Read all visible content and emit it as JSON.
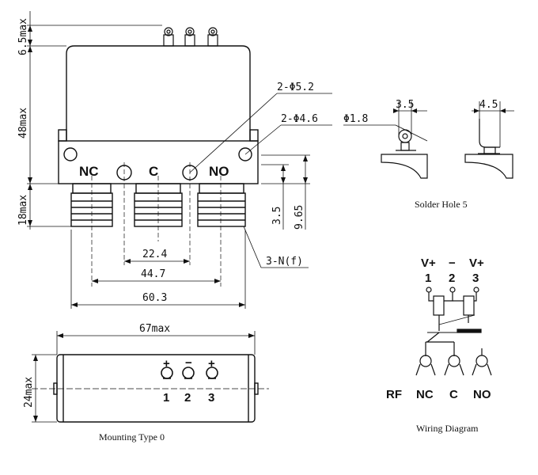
{
  "front_view": {
    "dim_height_top": "6.5max",
    "dim_height_body": "48max",
    "dim_height_bottom": "18max",
    "hole_large": "2-Φ5.2",
    "hole_small": "2-Φ4.6",
    "port_nc": "NC",
    "port_c": "C",
    "port_no": "NO",
    "dim_3_5": "3.5",
    "dim_9_65": "9.65",
    "connector": "3-N(f)",
    "dim_22_4": "22.4",
    "dim_44_7": "44.7",
    "dim_60_3": "60.3"
  },
  "solder_detail": {
    "dim_3_5": "3.5",
    "dim_4_5": "4.5",
    "hole_dia": "Φ1.8",
    "caption": "Solder Hole 5"
  },
  "top_view": {
    "dim_width": "67max",
    "dim_height": "24max",
    "pin_labels": [
      "1",
      "2",
      "3"
    ],
    "pin_signs": [
      "+",
      "−",
      "+"
    ],
    "caption": "Mounting Type 0"
  },
  "wiring": {
    "supply_labels": [
      "V+",
      "−",
      "V+"
    ],
    "pin_numbers": [
      "1",
      "2",
      "3"
    ],
    "rf_label": "RF",
    "port_labels": [
      "NC",
      "C",
      "NO"
    ],
    "caption": "Wiring Diagram"
  }
}
